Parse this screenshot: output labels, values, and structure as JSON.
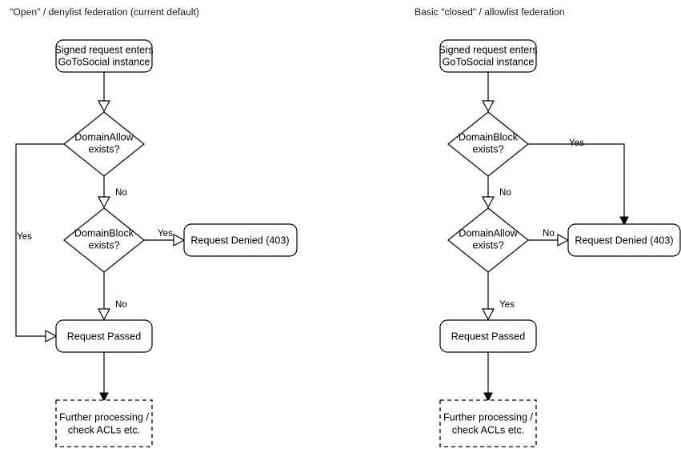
{
  "diagram": {
    "title_left": "\"Open\" / denylist federation (current default)",
    "title_right": "Basic \"closed\" / allowlist federation",
    "accent_color": "#000000",
    "background_color": "#ffffff"
  },
  "panels": [
    {
      "id": "open-denylist",
      "title": "\"Open\" / denylist federation (current default)",
      "nodes": [
        {
          "id": "l-entry",
          "shape": "rounded-rect",
          "label_line1": "Signed request enters",
          "label_line2": "GoToSocial instance"
        },
        {
          "id": "l-allow",
          "shape": "diamond",
          "label_line1": "DomainAllow",
          "label_line2": "exists?"
        },
        {
          "id": "l-block",
          "shape": "diamond",
          "label_line1": "DomainBlock",
          "label_line2": "exists?"
        },
        {
          "id": "l-denied",
          "shape": "rounded-rect",
          "label_line1": "Request Denied (403)",
          "label_line2": ""
        },
        {
          "id": "l-passed",
          "shape": "rounded-rect",
          "label_line1": "Request Passed",
          "label_line2": ""
        },
        {
          "id": "l-further",
          "shape": "dashed-rect",
          "label_line1": "Further processing /",
          "label_line2": "check ACLs etc."
        }
      ],
      "edges": [
        {
          "from": "l-entry",
          "to": "l-allow",
          "label": ""
        },
        {
          "from": "l-allow",
          "to": "l-passed",
          "label": "Yes"
        },
        {
          "from": "l-allow",
          "to": "l-block",
          "label": "No"
        },
        {
          "from": "l-block",
          "to": "l-denied",
          "label": "Yes"
        },
        {
          "from": "l-block",
          "to": "l-passed",
          "label": "No"
        },
        {
          "from": "l-passed",
          "to": "l-further",
          "label": ""
        }
      ]
    },
    {
      "id": "closed-allowlist",
      "title": "Basic \"closed\" / allowlist federation",
      "nodes": [
        {
          "id": "r-entry",
          "shape": "rounded-rect",
          "label_line1": "Signed request enters",
          "label_line2": "GoToSocial instance"
        },
        {
          "id": "r-block",
          "shape": "diamond",
          "label_line1": "DomainBlock",
          "label_line2": "exists?"
        },
        {
          "id": "r-allow",
          "shape": "diamond",
          "label_line1": "DomainAllow",
          "label_line2": "exists?"
        },
        {
          "id": "r-denied",
          "shape": "rounded-rect",
          "label_line1": "Request Denied (403)",
          "label_line2": ""
        },
        {
          "id": "r-passed",
          "shape": "rounded-rect",
          "label_line1": "Request Passed",
          "label_line2": ""
        },
        {
          "id": "r-further",
          "shape": "dashed-rect",
          "label_line1": "Further processing /",
          "label_line2": "check ACLs etc."
        }
      ],
      "edges": [
        {
          "from": "r-entry",
          "to": "r-block",
          "label": ""
        },
        {
          "from": "r-block",
          "to": "r-denied",
          "label": "Yes"
        },
        {
          "from": "r-block",
          "to": "r-allow",
          "label": "No"
        },
        {
          "from": "r-allow",
          "to": "r-denied",
          "label": "No"
        },
        {
          "from": "r-allow",
          "to": "r-passed",
          "label": "Yes"
        },
        {
          "from": "r-passed",
          "to": "r-further",
          "label": ""
        }
      ]
    }
  ],
  "labels": {
    "l_allow_yes": "Yes",
    "l_allow_no": "No",
    "l_block_yes": "Yes",
    "l_block_no": "No",
    "r_block_yes": "Yes",
    "r_block_no": "No",
    "r_allow_no": "No",
    "r_allow_yes": "Yes"
  },
  "text": {
    "entry_l1": "Signed request enters",
    "entry_l2": "GoToSocial instance",
    "domain_allow_l1": "DomainAllow",
    "domain_block_l1": "DomainBlock",
    "exists_l2": "exists?",
    "request_denied": "Request Denied (403)",
    "request_passed": "Request Passed",
    "further_l1": "Further processing /",
    "further_l2": "check ACLs etc."
  }
}
